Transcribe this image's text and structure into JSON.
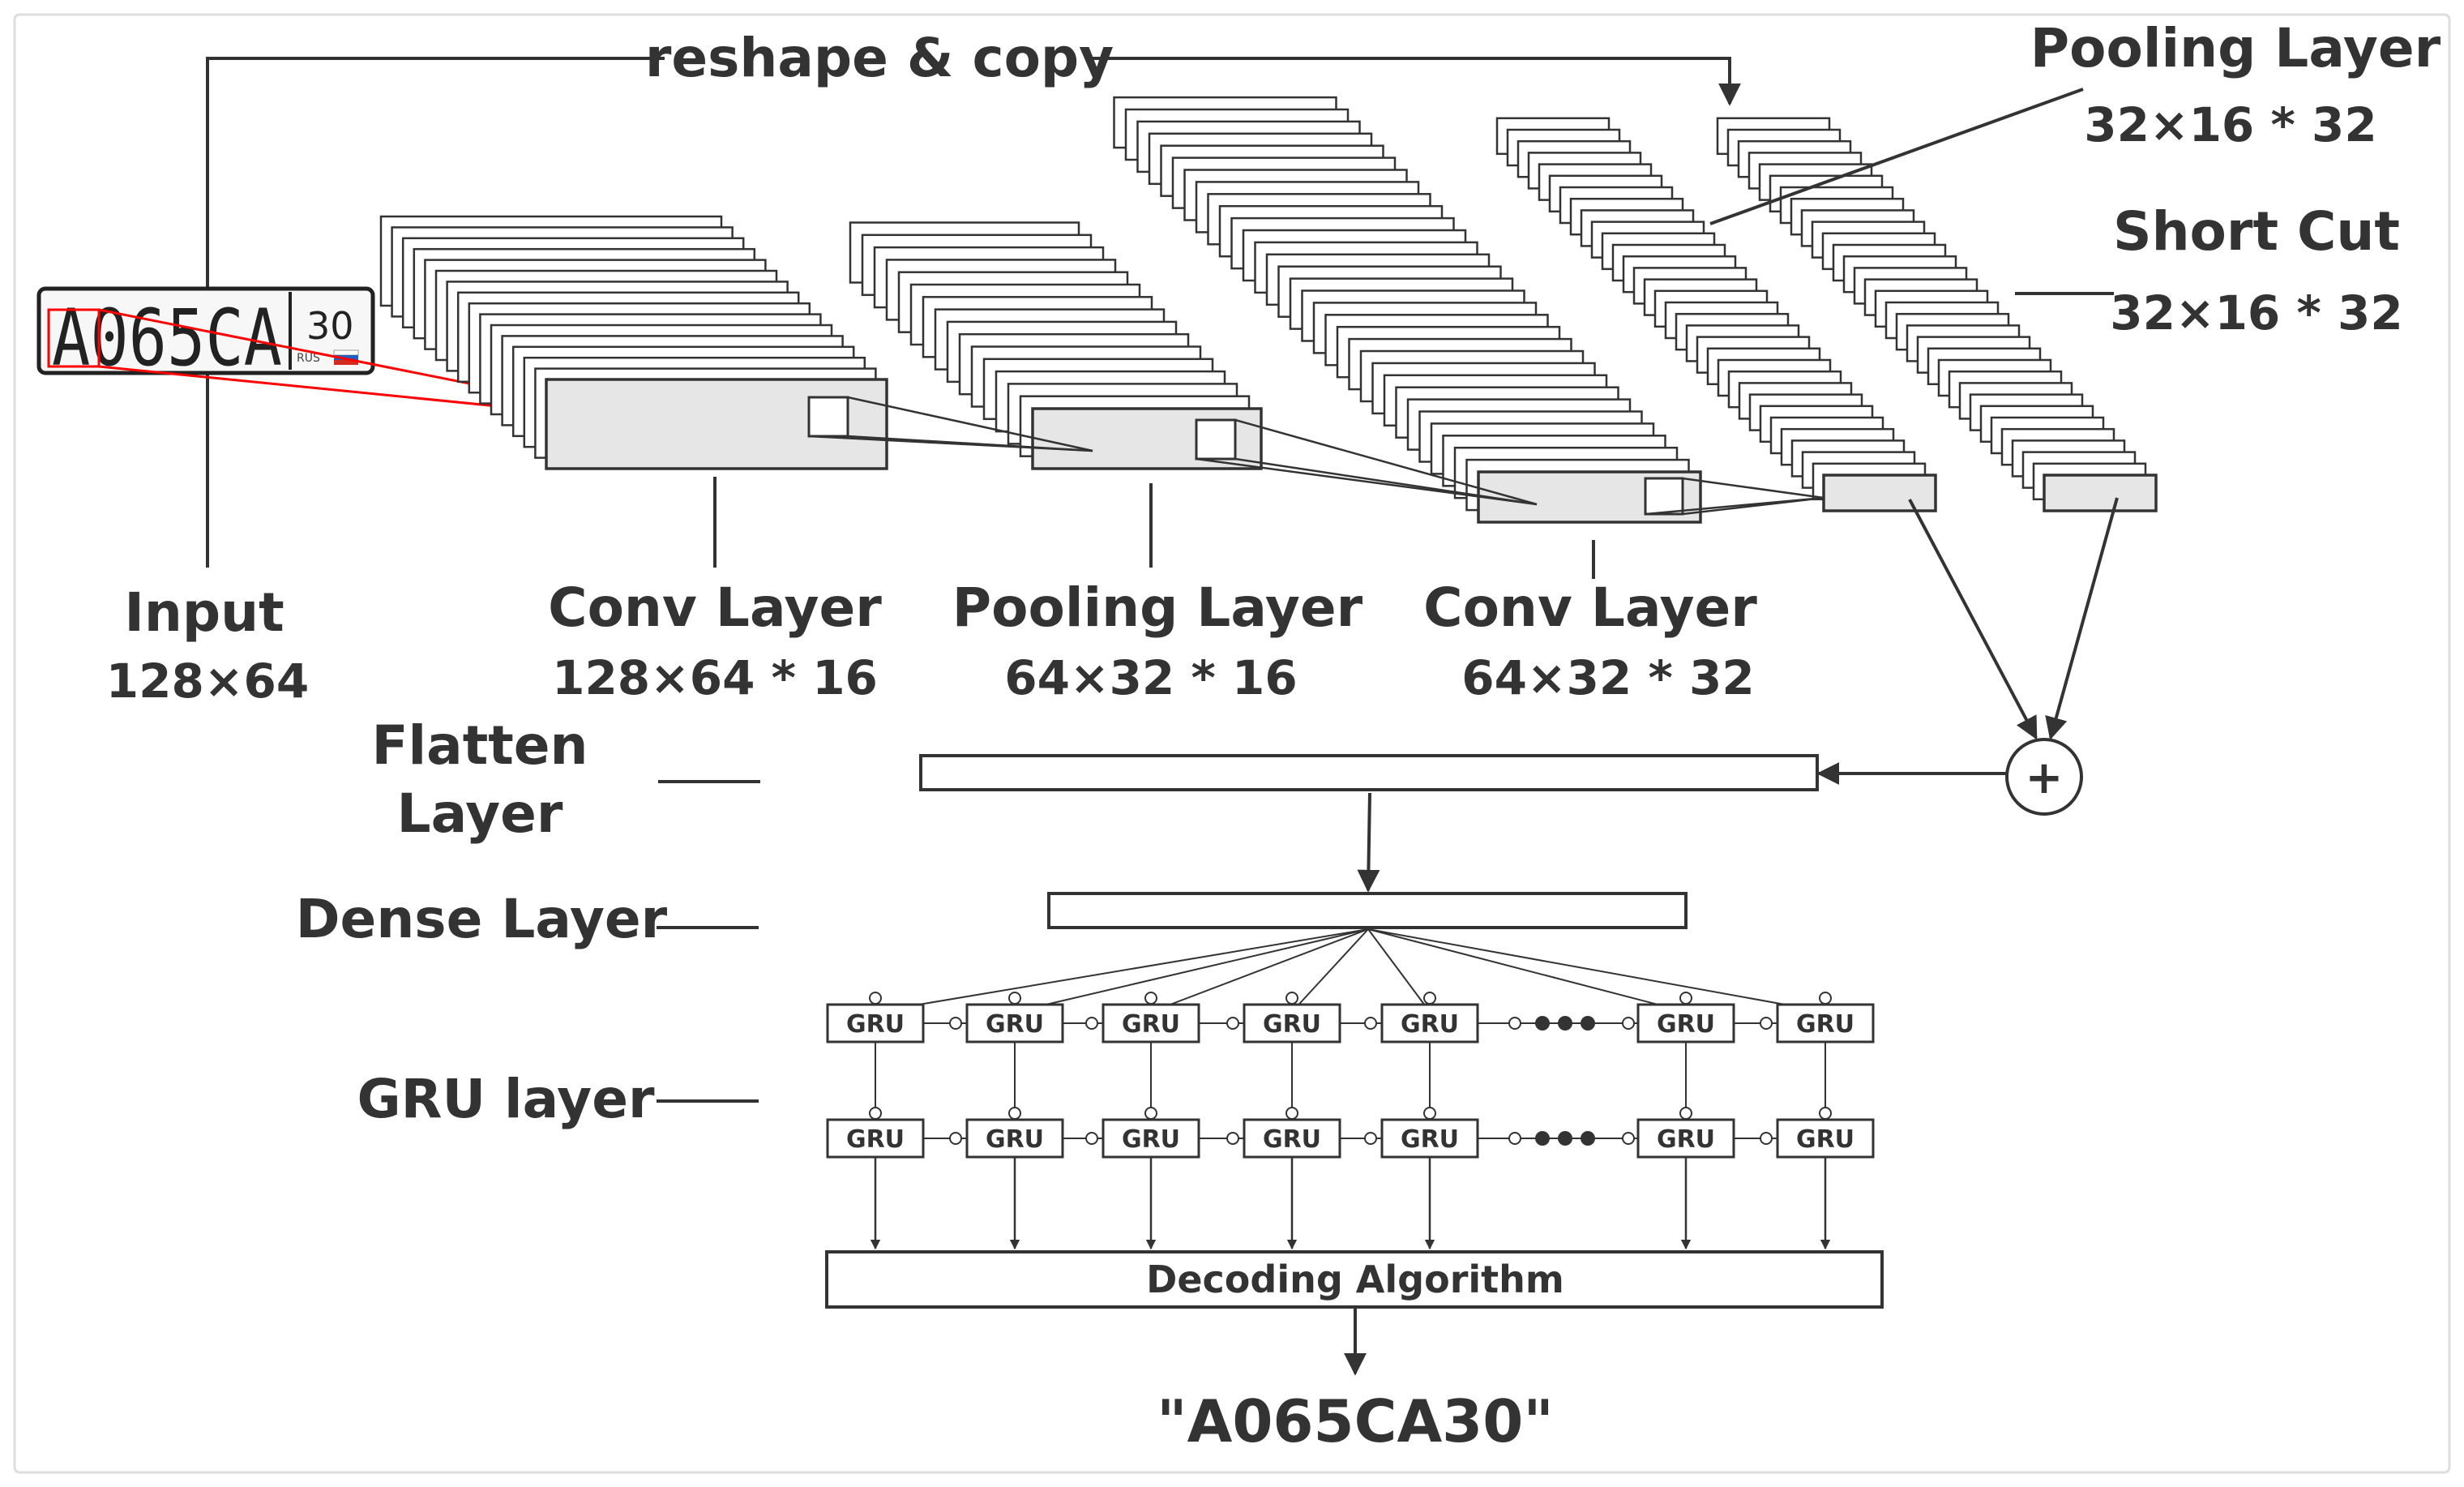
{
  "plate": {
    "main_text": "A065CA",
    "region_code": "30",
    "country_code": "RUS"
  },
  "labels": {
    "reshape_copy": "reshape & copy",
    "input_title": "Input",
    "input_dims": "128×64",
    "conv1_title": "Conv Layer",
    "conv1_dims": "128×64 * 16",
    "pool1_title": "Pooling Layer",
    "pool1_dims": "64×32 * 16",
    "conv2_title": "Conv Layer",
    "conv2_dims": "64×32 * 32",
    "pool2_title": "Pooling Layer",
    "pool2_dims": "32×16 * 32",
    "shortcut_title": "Short Cut",
    "shortcut_dims": "32×16 * 32",
    "flatten_line1": "Flatten",
    "flatten_line2": "Layer",
    "dense_title": "Dense Layer",
    "gru_title": "GRU layer",
    "gru_cell": "GRU",
    "sum_symbol": "+",
    "decoder": "Decoding Algorithm",
    "output": "\"A065CA30\""
  },
  "colors": {
    "stroke": "#333333",
    "feature_fill": "#e6e6e6",
    "highlight": "#ff0000",
    "flag_blue": "#1f5fbf"
  }
}
